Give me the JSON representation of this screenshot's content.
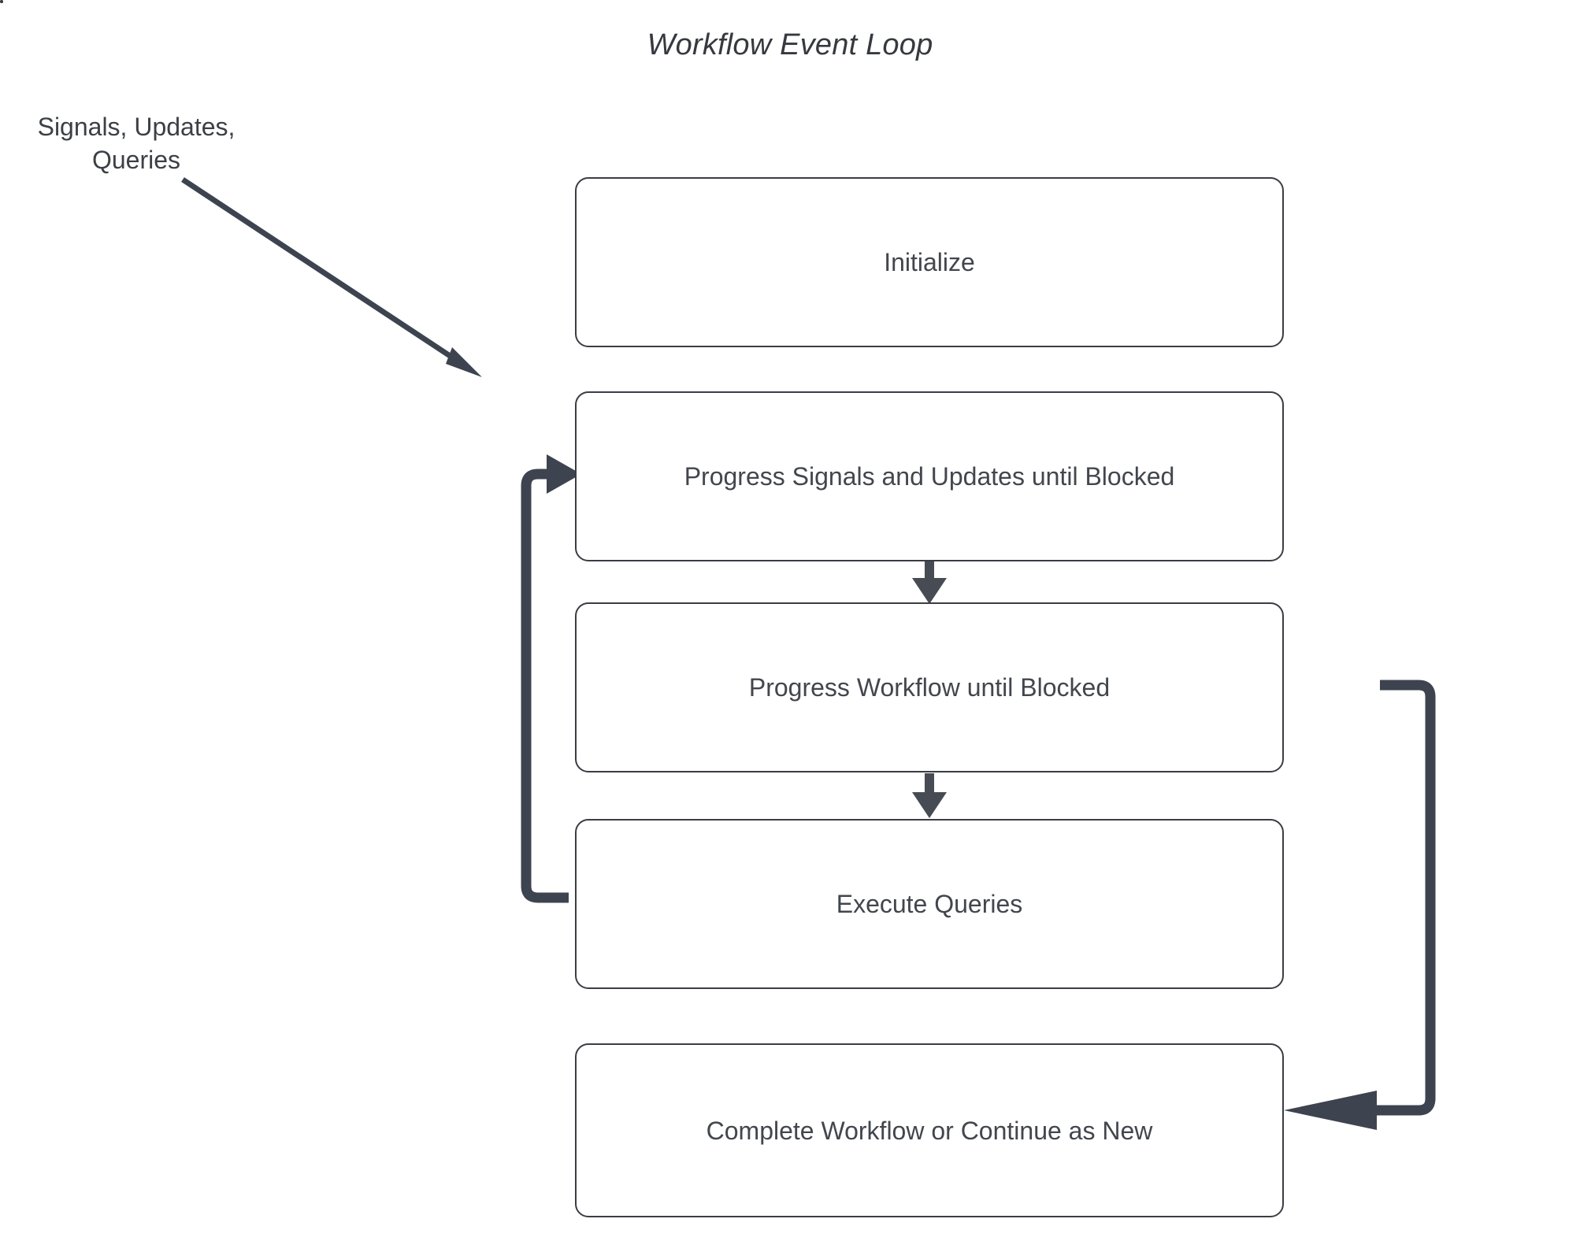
{
  "diagram": {
    "title": "Workflow Event Loop",
    "external_input_label": "Signals, Updates,\nQueries",
    "external_input_line1": "Signals, Updates,",
    "external_input_line2": "Queries",
    "loop_region_label": "",
    "colors": {
      "background": "#ffffff",
      "node_border": "#3a3d43",
      "node_fill": "#ffffff",
      "node_text": "#42464d",
      "title_text": "#36393f",
      "thin_connector": "#3a3d43",
      "thick_connector": "#3d434f",
      "dashed_region_border": "#3a3d43"
    },
    "nodes": [
      {
        "id": "initialize",
        "label": "Initialize"
      },
      {
        "id": "progress-signals-updates",
        "label": "Progress Signals and Updates until Blocked"
      },
      {
        "id": "progress-workflow",
        "label": "Progress Workflow until Blocked"
      },
      {
        "id": "execute-queries",
        "label": "Execute Queries"
      },
      {
        "id": "complete-workflow",
        "label": "Complete Workflow or Continue as New"
      }
    ],
    "edges": [
      {
        "id": "external-to-loop",
        "from": "Signals, Updates, Queries",
        "to": "loop region",
        "style": "solid-diagonal-arrow"
      },
      {
        "id": "progress-su-to-progress-wf",
        "from": "Progress Signals and Updates until Blocked",
        "to": "Progress Workflow until Blocked",
        "style": "solid-down-arrow"
      },
      {
        "id": "progress-wf-to-queries",
        "from": "Progress Workflow until Blocked",
        "to": "Execute Queries",
        "style": "solid-down-arrow"
      },
      {
        "id": "queries-back-to-progress-su",
        "from": "Execute Queries",
        "to": "Progress Signals and Updates until Blocked",
        "style": "thick-loop-back-arrow"
      },
      {
        "id": "loop-to-complete",
        "from": "loop region",
        "to": "Complete Workflow or Continue as New",
        "style": "thick-right-down-left-arrow"
      }
    ]
  }
}
